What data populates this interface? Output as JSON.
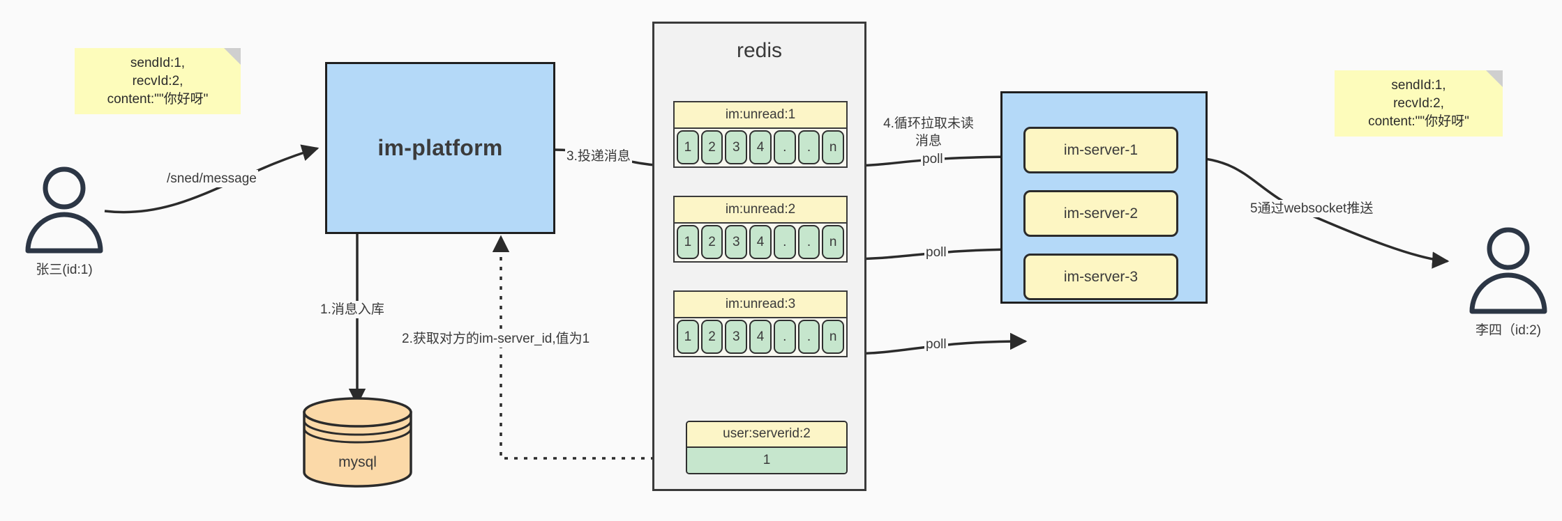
{
  "diagram": {
    "title": "IM message delivery architecture",
    "colors": {
      "note_yellow": "#fdfcbb",
      "box_blue": "#b4d9f8",
      "cell_green": "#c6e6cd",
      "key_yellow": "#fcf5c7",
      "server_yellow": "#fdf6c3",
      "mysql_orange": "#fbd9a8",
      "stroke_dark": "#2b2b2b",
      "canvas_bg": "#fafafa"
    }
  },
  "notes": {
    "left": {
      "line1": "sendId:1,",
      "line2": "recvId:2,",
      "line3": "content:\"\"你好呀\""
    },
    "right": {
      "line1": "sendId:1,",
      "line2": "recvId:2,",
      "line3": "content:\"\"你好呀\""
    }
  },
  "actors": {
    "sender": {
      "label": "张三(id:1)"
    },
    "receiver": {
      "label": "李四（id:2)"
    }
  },
  "services": {
    "im_platform": {
      "label": "im-platform"
    },
    "mysql": {
      "label": "mysql"
    },
    "redis": {
      "label": "redis"
    }
  },
  "redis_entries": [
    {
      "key": "im:unread:1",
      "cells": [
        "1",
        "2",
        "3",
        "4",
        ".",
        ".",
        "n"
      ]
    },
    {
      "key": "im:unread:2",
      "cells": [
        "1",
        "2",
        "3",
        "4",
        ".",
        ".",
        "n"
      ]
    },
    {
      "key": "im:unread:3",
      "cells": [
        "1",
        "2",
        "3",
        "4",
        ".",
        ".",
        "n"
      ]
    }
  ],
  "redis_kv": {
    "key": "user:serverid:2",
    "value": "1"
  },
  "servers": [
    {
      "label": "im-server-1"
    },
    {
      "label": "im-server-2"
    },
    {
      "label": "im-server-3"
    }
  ],
  "edges": {
    "send_message": "/sned/message",
    "step1": "1.消息入库",
    "step2": "2.获取对方的im-server_id,值为1",
    "step3": "3.投递消息",
    "step4": "4.循环拉取未读消息",
    "step5": "5通过websocket推送",
    "poll1": "poll",
    "poll2": "poll",
    "poll3": "poll"
  }
}
